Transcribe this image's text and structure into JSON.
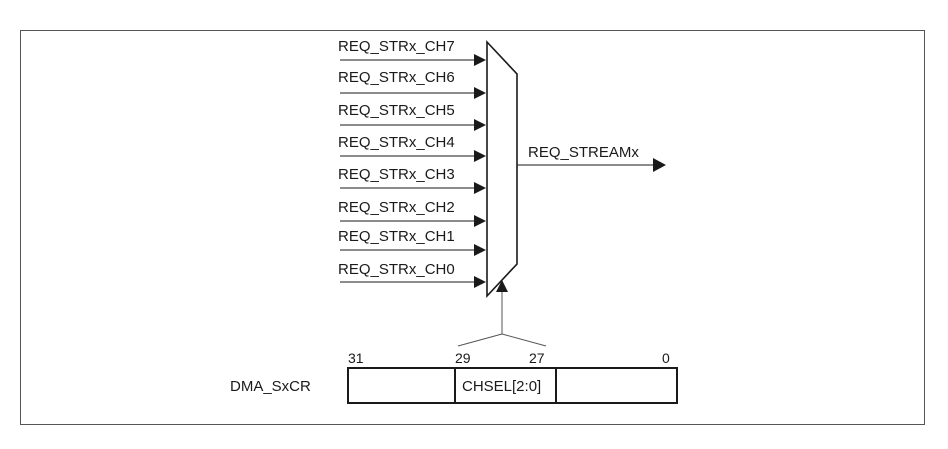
{
  "diagram": {
    "inputs": [
      {
        "label": "REQ_STRx_CH7"
      },
      {
        "label": "REQ_STRx_CH6"
      },
      {
        "label": "REQ_STRx_CH5"
      },
      {
        "label": "REQ_STRx_CH4"
      },
      {
        "label": "REQ_STRx_CH3"
      },
      {
        "label": "REQ_STRx_CH2"
      },
      {
        "label": "REQ_STRx_CH1"
      },
      {
        "label": "REQ_STRx_CH0"
      }
    ],
    "output_label": "REQ_STREAMx",
    "register": {
      "name": "DMA_SxCR",
      "field": "CHSEL[2:0]",
      "bit_labels": [
        "31",
        "29",
        "27",
        "0"
      ]
    }
  }
}
